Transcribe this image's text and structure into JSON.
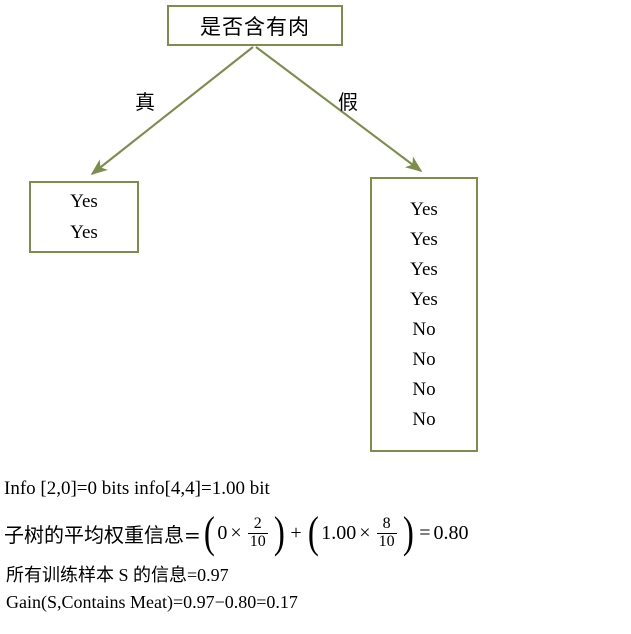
{
  "diagram": {
    "type": "decision-tree",
    "root": {
      "label": "是否含有肉"
    },
    "edges": [
      {
        "label": "真",
        "target": "leaf-left"
      },
      {
        "label": "假",
        "target": "leaf-right"
      }
    ],
    "leaf_left": {
      "items": [
        "Yes",
        "Yes"
      ]
    },
    "leaf_right": {
      "items": [
        "Yes",
        "Yes",
        "Yes",
        "Yes",
        "No",
        "No",
        "No",
        "No"
      ]
    },
    "colors": {
      "border": "#7d8d4e",
      "edge": "#7d8d4e",
      "text": "#000000",
      "background": "#ffffff"
    }
  },
  "formulas": {
    "info_line": "Info [2,0]=0 bits info[4,4]=1.00 bit",
    "weighted": {
      "label": "子树的平均权重信息=",
      "open1": "(",
      "term1_value": "0",
      "times1": "×",
      "frac1_num": "2",
      "frac1_den": "10",
      "close1": ")",
      "plus": "+",
      "open2": "(",
      "term2_value": "1.00",
      "times2": "×",
      "frac2_num": "8",
      "frac2_den": "10",
      "close2": ")",
      "equals": "=",
      "result": "0.80"
    },
    "source_line": "所有训练样本 S 的信息=0.97",
    "gain_line": "Gain(S,Contains Meat)=0.97−0.80=0.17"
  }
}
